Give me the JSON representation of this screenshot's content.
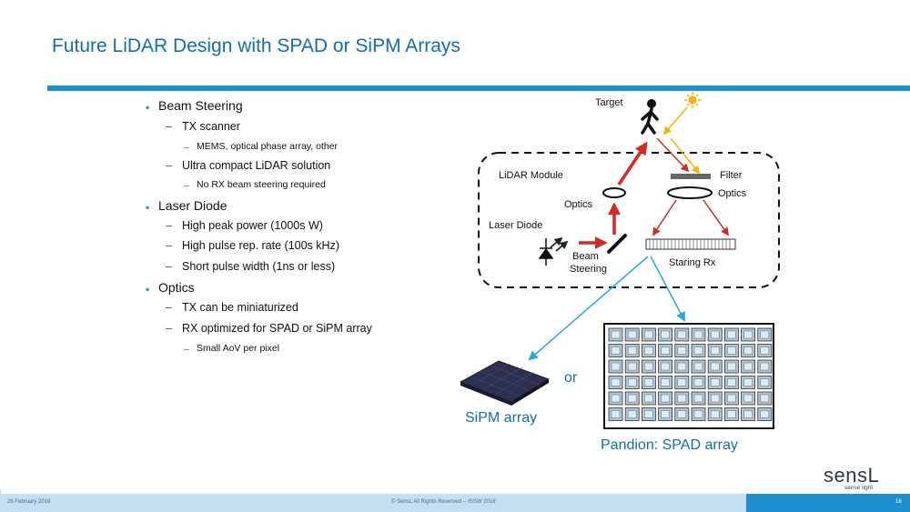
{
  "title": "Future LiDAR Design with SPAD or SiPM Arrays",
  "bullets": [
    {
      "level": 1,
      "text": "Beam Steering"
    },
    {
      "level": 2,
      "text": "TX scanner"
    },
    {
      "level": 3,
      "text": "MEMS, optical phase array, other"
    },
    {
      "level": 2,
      "text": "Ultra compact LiDAR solution"
    },
    {
      "level": 3,
      "text": "No RX beam steering required"
    },
    {
      "level": 1,
      "text": "Laser Diode"
    },
    {
      "level": 2,
      "text": "High peak power (1000s W)"
    },
    {
      "level": 2,
      "text": "High pulse rep. rate (100s kHz)"
    },
    {
      "level": 2,
      "text": "Short pulse width (1ns or less)"
    },
    {
      "level": 1,
      "text": "Optics"
    },
    {
      "level": 2,
      "text": "TX can be miniaturized"
    },
    {
      "level": 2,
      "text": "RX optimized for SPAD or SiPM array"
    },
    {
      "level": 3,
      "text": "Small AoV per pixel"
    }
  ],
  "diagram": {
    "target": "Target",
    "lidar_module": "LiDAR Module",
    "filter": "Filter",
    "optics_tx": "Optics",
    "optics_rx": "Optics",
    "laser_diode": "Laser Diode",
    "beam": "Beam",
    "steering": "Steering",
    "staring_rx": "Staring Rx",
    "or": "or",
    "sipm_label": "SiPM array",
    "spad_label": "Pandion: SPAD array"
  },
  "footer": {
    "date": "26 February 2018",
    "copyright": "© SensL All Rights Reserved -- ISSW 2018",
    "page": "18"
  },
  "logo": {
    "name": "sensL",
    "tagline": "sense light"
  },
  "colors": {
    "title": "#0f6fb0",
    "accent": "#1f8fcf",
    "beam_red": "#d42a22",
    "sun": "#f4b400",
    "light_blue_arrow": "#27a8e0"
  }
}
